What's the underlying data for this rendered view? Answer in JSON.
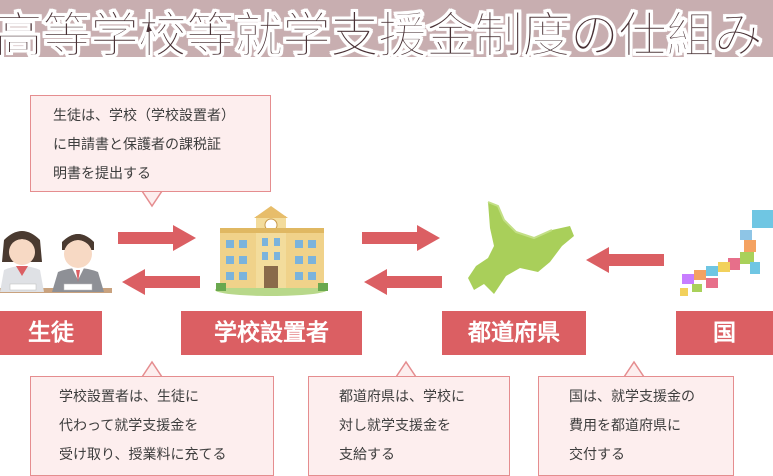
{
  "title": "高等学校等就学支援金制度の仕組み",
  "notes": {
    "student": [
      "生徒は、学校（学校設置者）",
      "に申請書と保護者の課税証",
      "明書を提出する"
    ],
    "school": [
      "学校設置者は、生徒に",
      "代わって就学支援金を",
      "受け取り、授業料に充てる"
    ],
    "prefecture": [
      "都道府県は、学校に",
      "対し就学支援金を",
      "支給する"
    ],
    "country": [
      "国は、就学支援金の",
      "費用を都道府県に",
      "交付する"
    ]
  },
  "labels": {
    "student": "生徒",
    "school": "学校設置者",
    "prefecture": "都道府県",
    "country": "国"
  },
  "icons": {
    "students": "students-icon",
    "school": "school-building-icon",
    "hokkaido": "hokkaido-map-icon",
    "japan": "japan-map-icon"
  },
  "colors": {
    "accent": "#db5f63",
    "note_bg": "#fdeeee",
    "note_border": "#e58d8f",
    "title_bar": "#c8aeb0"
  }
}
